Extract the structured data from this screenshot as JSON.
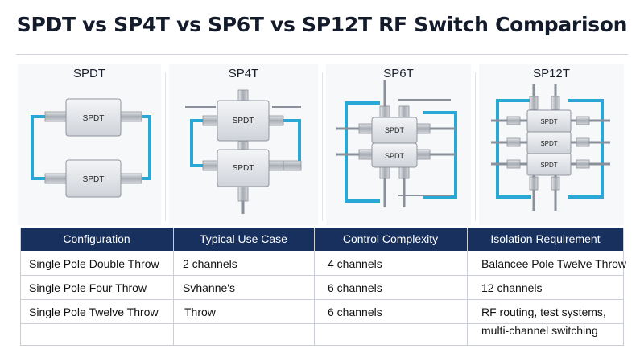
{
  "title": "SPDT vs SP4T vs SP6T vs SP12T RF Switch Comparison",
  "colors": {
    "cable": "#29a8d6",
    "header_bg": "#17305e",
    "box": "#dfe2e6"
  },
  "panels": [
    {
      "title": "SPDT",
      "boxes": [
        "SPDT",
        "SPDT"
      ]
    },
    {
      "title": "SP4T",
      "boxes": [
        "SPDT",
        "SPDT"
      ]
    },
    {
      "title": "SP6T",
      "boxes": [
        "SPDT",
        "SPDT"
      ]
    },
    {
      "title": "SP12T",
      "boxes": [
        "SPDT",
        "SPDT",
        "SPDT"
      ]
    }
  ],
  "table": {
    "headers": [
      "Configuration",
      "Typical Use Case",
      "Control Complexity",
      "Isolation Requirement"
    ],
    "rows": [
      [
        "Single Pole Double Throw",
        "2 channels",
        "4 channels",
        "Balancee Pole Twelve Throw"
      ],
      [
        "Single Pole Four Throw",
        "Svhanne's",
        "6 channels",
        "12 channels"
      ],
      [
        "Single Pole Twelve Throw",
        "Throw",
        "6 channels",
        "RF routing, test systems,"
      ],
      [
        "",
        "",
        "",
        "multi-channel switching"
      ]
    ]
  }
}
